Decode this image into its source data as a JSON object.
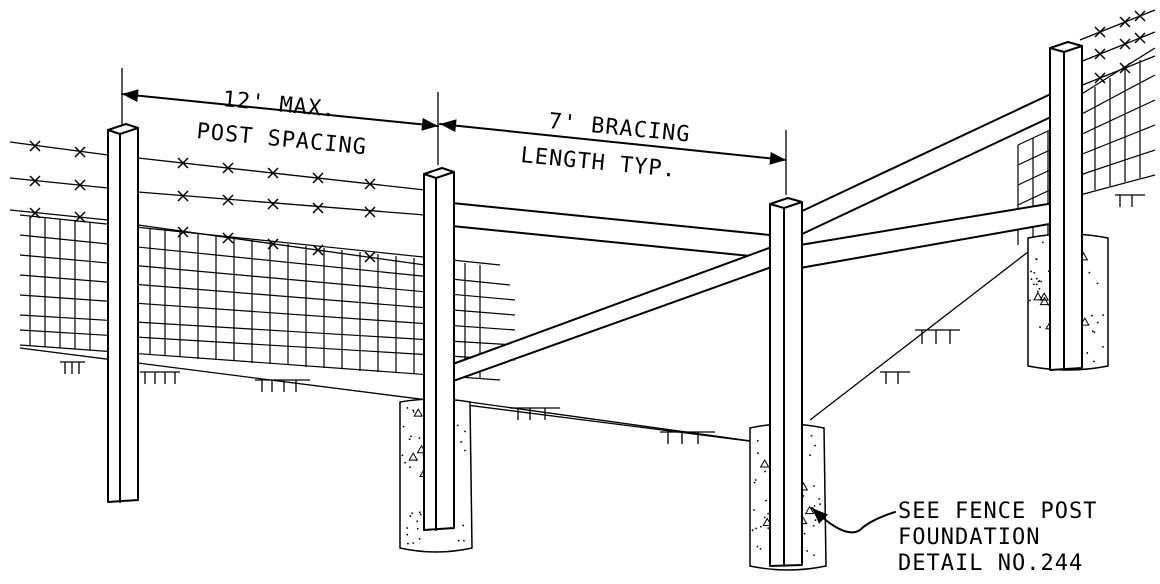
{
  "labels": {
    "post_spacing_line1": "12' MAX.",
    "post_spacing_line2": "POST SPACING",
    "bracing_line1": "7' BRACING",
    "bracing_line2": "LENGTH TYP.",
    "callout_line1": "SEE FENCE POST",
    "callout_line2": "FOUNDATION",
    "callout_line3": "DETAIL NO.244"
  },
  "colors": {
    "ink": "#000000",
    "paper": "#ffffff"
  }
}
